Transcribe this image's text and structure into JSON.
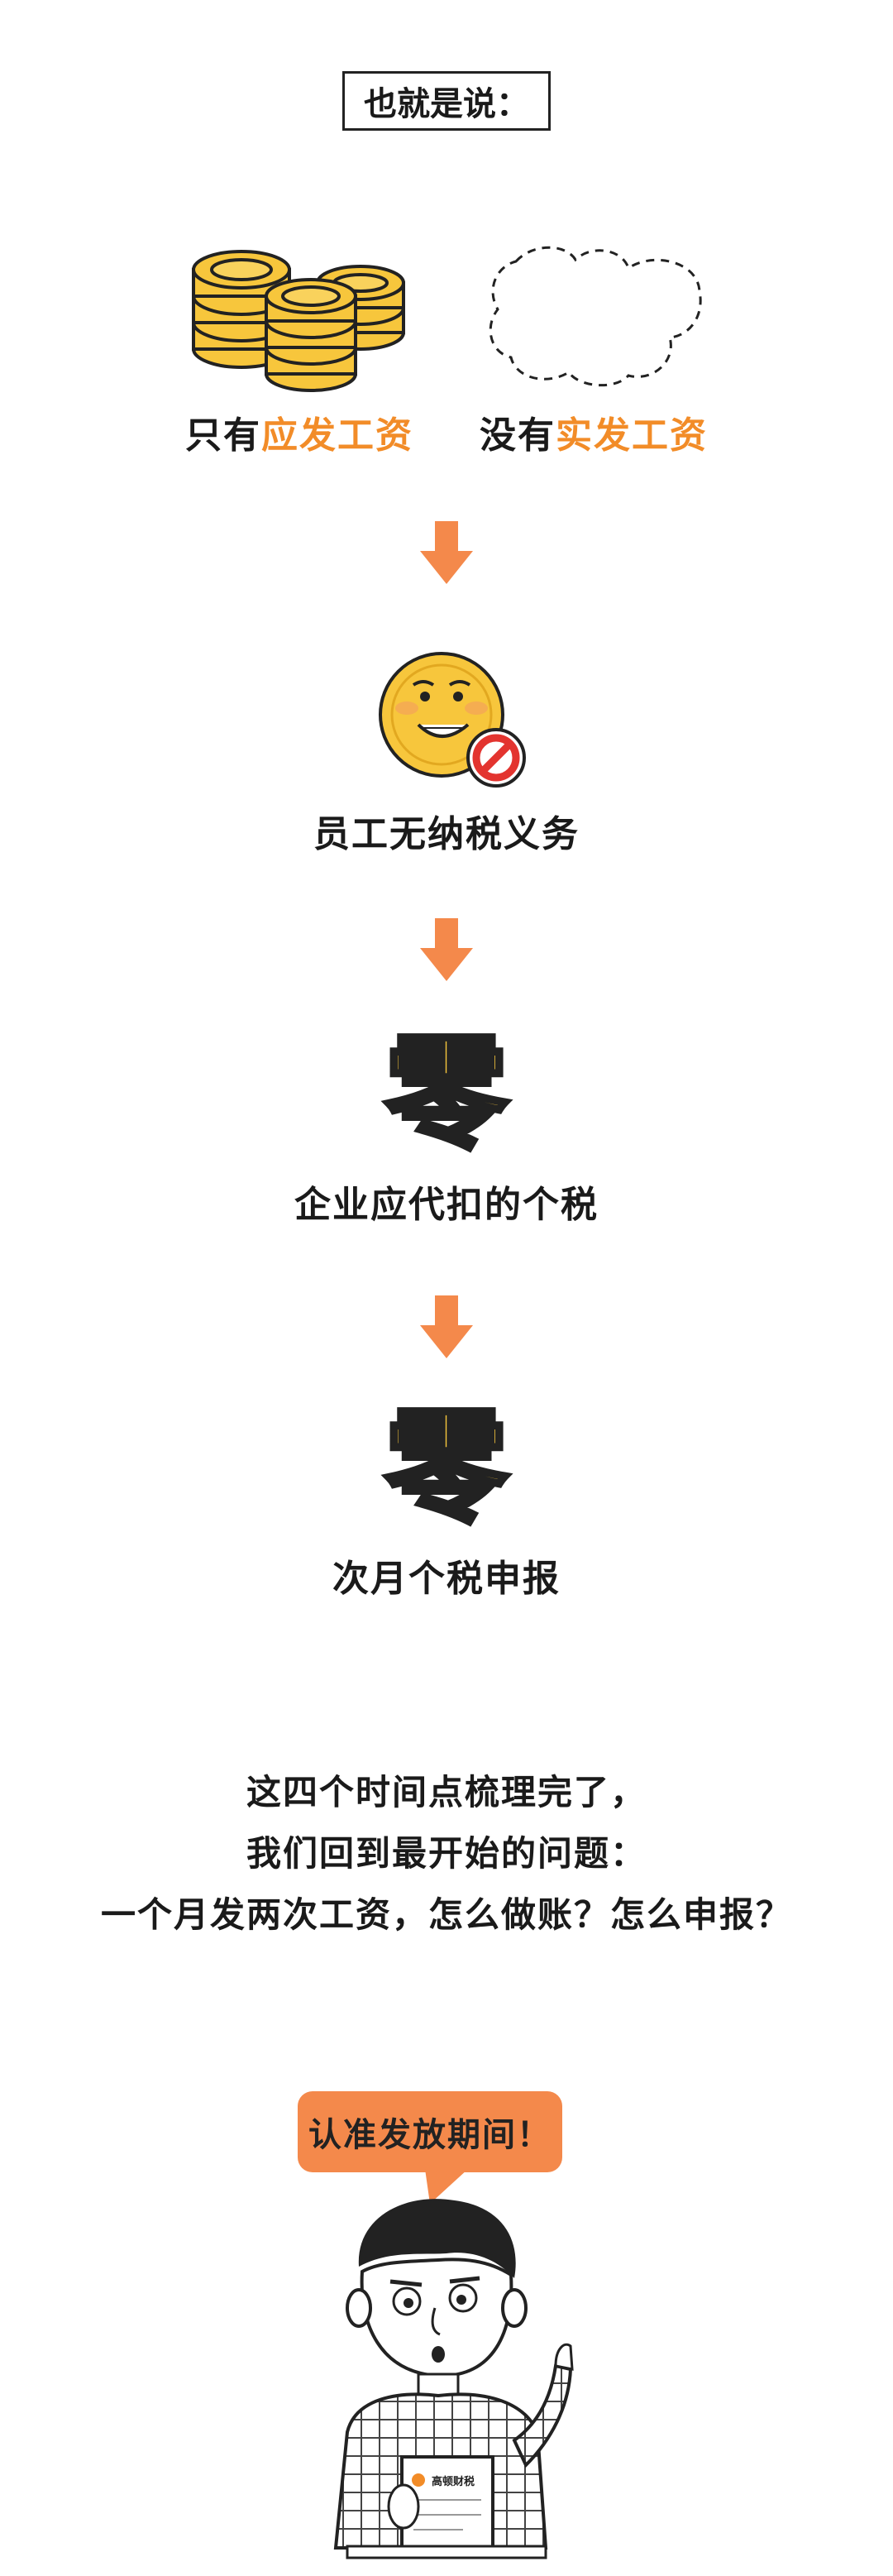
{
  "heading": "也就是说：",
  "coins_label": {
    "prefix": "只有",
    "highlight": "应发工资"
  },
  "empty_label": {
    "prefix": "没有",
    "highlight": "实发工资"
  },
  "step1_label": "员工无纳税义务",
  "zero_char": "零",
  "step2_label": "企业应代扣的个税",
  "step3_label": "次月个税申报",
  "paragraph": {
    "line1": "这四个时间点梳理完了，",
    "line2": "我们回到最开始的问题：",
    "line3": "一个月发两次工资，怎么做账？怎么申报？"
  },
  "bubble_text": "认准发放期间！",
  "card_brand": "高顿财税",
  "colors": {
    "accent": "#f28c28",
    "arrow": "#f4894b",
    "coin": "#f7c63c",
    "text": "#1a1a1a"
  }
}
